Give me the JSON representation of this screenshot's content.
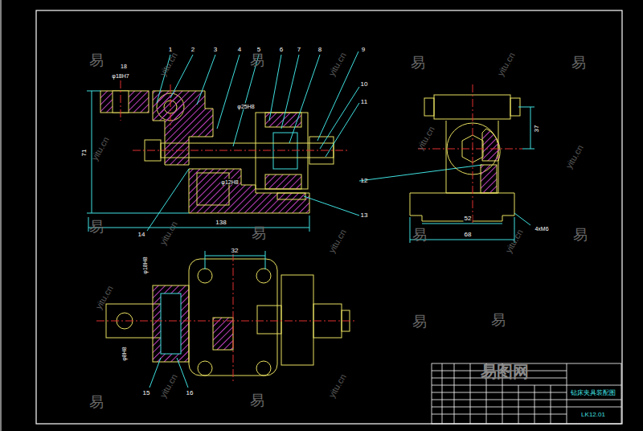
{
  "diagram": {
    "labels": [
      "1",
      "2",
      "3",
      "4",
      "5",
      "6",
      "7",
      "8",
      "9",
      "10",
      "11",
      "12",
      "13",
      "14",
      "15",
      "16",
      "18",
      "φ18H7",
      "φ25H8",
      "φ12H8",
      "71",
      "138",
      "37",
      "52",
      "68",
      "4xM6",
      "32",
      "φ18H8",
      "φ8H8",
      "钻床夹具装配图",
      "LK12.01",
      "易图网",
      "易",
      "易",
      "易",
      "易",
      "易",
      "易",
      "易",
      "易",
      "易",
      "易",
      "易",
      "易",
      "yitu.cn",
      "yitu.cn",
      "yitu.cn",
      "yitu.cn",
      "yitu.cn",
      "yitu.cn",
      "yitu.cn",
      "yitu.cn",
      "yitu.cn",
      "yitu.cn",
      "yitu.cn",
      "yitu.cn"
    ]
  }
}
